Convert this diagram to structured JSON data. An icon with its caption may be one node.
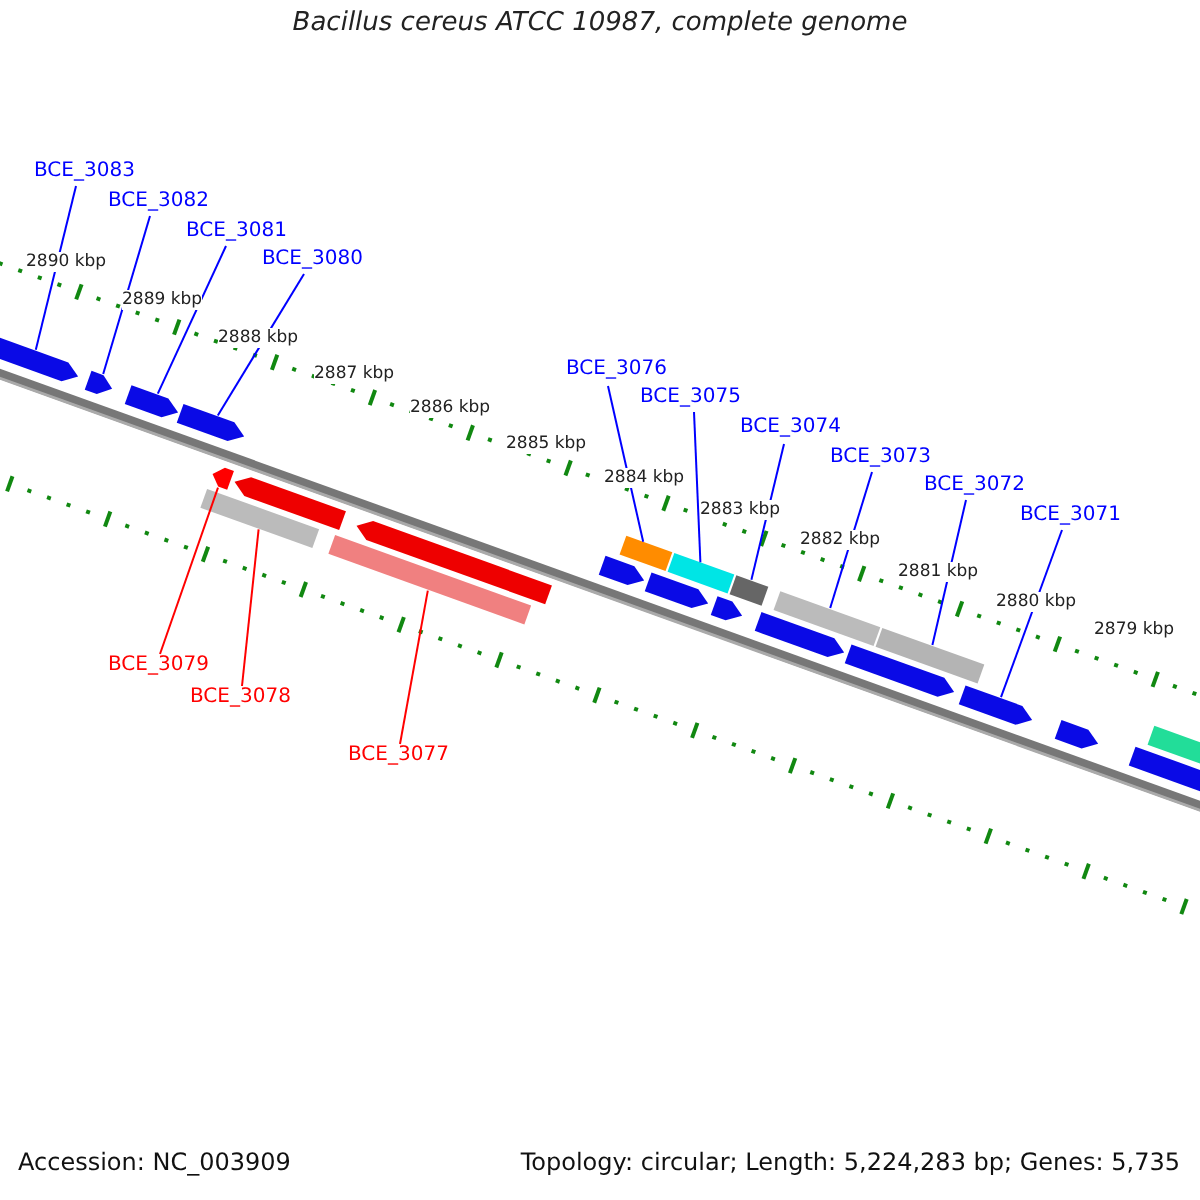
{
  "diagram": {
    "title": "Bacillus cereus ATCC 10987, complete genome",
    "nodes": [
      {
        "text": [
          "BCE_3083"
        ]
      },
      {
        "text": [
          "BCE_3082"
        ]
      },
      {
        "text": [
          "BCE_3081"
        ]
      },
      {
        "text": [
          "BCE_3080"
        ]
      },
      {
        "text": [
          "BCE_3076"
        ]
      },
      {
        "text": [
          "BCE_3075"
        ]
      },
      {
        "text": [
          "BCE_3074"
        ]
      },
      {
        "text": [
          "BCE_3073"
        ]
      },
      {
        "text": [
          "BCE_3072"
        ]
      },
      {
        "text": [
          "BCE_3071"
        ]
      },
      {
        "text": [
          "BCE_3079"
        ]
      },
      {
        "text": [
          "BCE_3078"
        ]
      },
      {
        "text": [
          "BCE_3077"
        ]
      },
      {
        "text": [],
        "shape": "pentagon"
      },
      {
        "text": [],
        "shape": "pentagon"
      },
      {
        "text": [],
        "shape": "pentagon"
      },
      {
        "text": [],
        "shape": "pentagon"
      },
      {
        "text": [],
        "shape": "pentagon"
      },
      {
        "text": [],
        "shape": "bar"
      },
      {
        "text": [],
        "shape": "pentagon"
      },
      {
        "text": [],
        "shape": "bar"
      },
      {
        "text": [],
        "shape": "pentagon"
      },
      {
        "text": [],
        "shape": "pentagon"
      },
      {
        "text": [],
        "shape": "bar"
      },
      {
        "text": [],
        "shape": "pentagon"
      },
      {
        "text": [],
        "shape": "bar"
      },
      {
        "text": [],
        "shape": "pentagon"
      },
      {
        "text": [],
        "shape": "bar"
      },
      {
        "text": [],
        "shape": "pentagon"
      },
      {
        "text": [],
        "shape": "bar"
      },
      {
        "text": [],
        "shape": "pentagon"
      },
      {
        "text": [],
        "shape": "bar"
      },
      {
        "text": [],
        "shape": "pentagon"
      },
      {
        "text": [],
        "shape": "pentagon"
      },
      {
        "text": [],
        "shape": "pentagon"
      },
      {
        "text": [],
        "shape": "bar"
      }
    ],
    "edges": [
      {
        "from": 0,
        "to": 13,
        "arrow": "none"
      },
      {
        "from": 1,
        "to": 14,
        "arrow": "none"
      },
      {
        "from": 2,
        "to": 15,
        "arrow": "none"
      },
      {
        "from": 3,
        "to": 16,
        "arrow": "none"
      },
      {
        "from": 4,
        "to": 23,
        "arrow": "none"
      },
      {
        "from": 5,
        "to": 25,
        "arrow": "none"
      },
      {
        "from": 6,
        "to": 27,
        "arrow": "none"
      },
      {
        "from": 7,
        "to": 29,
        "arrow": "none"
      },
      {
        "from": 8,
        "to": 31,
        "arrow": "none"
      },
      {
        "from": 9,
        "to": 32,
        "arrow": "none"
      },
      {
        "from": 10,
        "to": 17,
        "arrow": "none",
        "color": "#ff0000"
      },
      {
        "from": 11,
        "to": 18,
        "arrow": "none",
        "color": "#ff0000"
      },
      {
        "from": 12,
        "to": 20,
        "arrow": "none",
        "color": "#ff0000"
      }
    ],
    "labels": [
      "2890 kbp",
      "2889 kbp",
      "2888 kbp",
      "2887 kbp",
      "2886 kbp",
      "2885 kbp",
      "2884 kbp",
      "2883 kbp",
      "2882 kbp",
      "2881 kbp",
      "2880 kbp",
      "2879 kbp",
      "Accession: NC_003909",
      "Topology: circular; Length: 5,224,283 bp; Genes: 5,735"
    ]
  }
}
